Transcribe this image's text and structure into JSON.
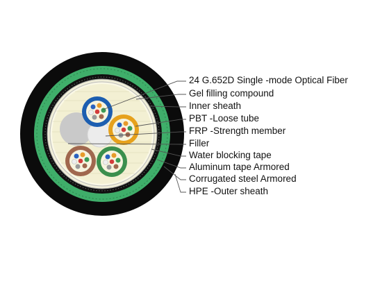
{
  "labels": [
    "24 G.652D Single -mode Optical Fiber",
    "Gel filling compound",
    "Inner sheath",
    "PBT -Loose tube",
    "FRP -Strength member",
    "Filler",
    "Water blocking tape",
    "Aluminum tape Armored",
    "Corrugated steel Armored",
    "HPE -Outer sheath"
  ],
  "colors": {
    "outer_sheath": "#0b0b0b",
    "armor_ring": "#3fae6a",
    "gel": "#f3f0d3",
    "tube_blue": "#1c5eb0",
    "tube_orange": "#e6a11c",
    "tube_brown": "#a0674e",
    "tube_green": "#3b8f4d",
    "filler": "#c9c9c9",
    "frp": "#ececec"
  }
}
